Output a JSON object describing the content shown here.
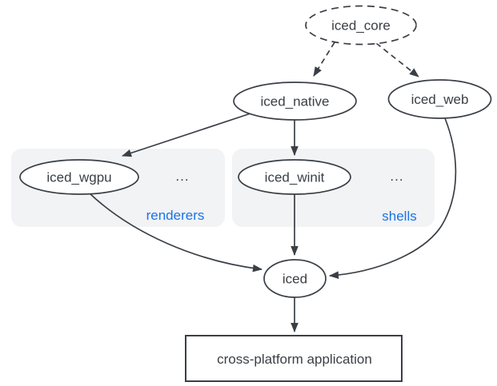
{
  "diagram": {
    "nodes": {
      "core": {
        "label": "iced_core",
        "shape": "ellipse-dashed"
      },
      "native": {
        "label": "iced_native",
        "shape": "ellipse"
      },
      "web": {
        "label": "iced_web",
        "shape": "ellipse"
      },
      "wgpu": {
        "label": "iced_wgpu",
        "shape": "ellipse"
      },
      "winit": {
        "label": "iced_winit",
        "shape": "ellipse"
      },
      "iced": {
        "label": "iced",
        "shape": "ellipse"
      },
      "app": {
        "label": "cross-platform application",
        "shape": "rectangle"
      }
    },
    "groups": {
      "renderers": {
        "label": "renderers",
        "ellipsis": "...",
        "members": [
          "iced_wgpu"
        ]
      },
      "shells": {
        "label": "shells",
        "ellipsis": "...",
        "members": [
          "iced_winit"
        ]
      }
    },
    "edges": [
      {
        "from": "iced_core",
        "to": "iced_native",
        "style": "dashed"
      },
      {
        "from": "iced_core",
        "to": "iced_web",
        "style": "dashed"
      },
      {
        "from": "iced_native",
        "to": "iced_wgpu",
        "style": "solid"
      },
      {
        "from": "iced_native",
        "to": "iced_winit",
        "style": "solid"
      },
      {
        "from": "iced_wgpu",
        "to": "iced",
        "style": "solid"
      },
      {
        "from": "iced_winit",
        "to": "iced",
        "style": "solid"
      },
      {
        "from": "iced_web",
        "to": "iced",
        "style": "solid"
      },
      {
        "from": "iced",
        "to": "cross-platform application",
        "style": "solid"
      }
    ],
    "colors": {
      "stroke": "#3a3f46",
      "text": "#3b4045",
      "group_fill": "#f1f3f5",
      "group_label": "#1a73e8",
      "background": "#ffffff"
    }
  }
}
